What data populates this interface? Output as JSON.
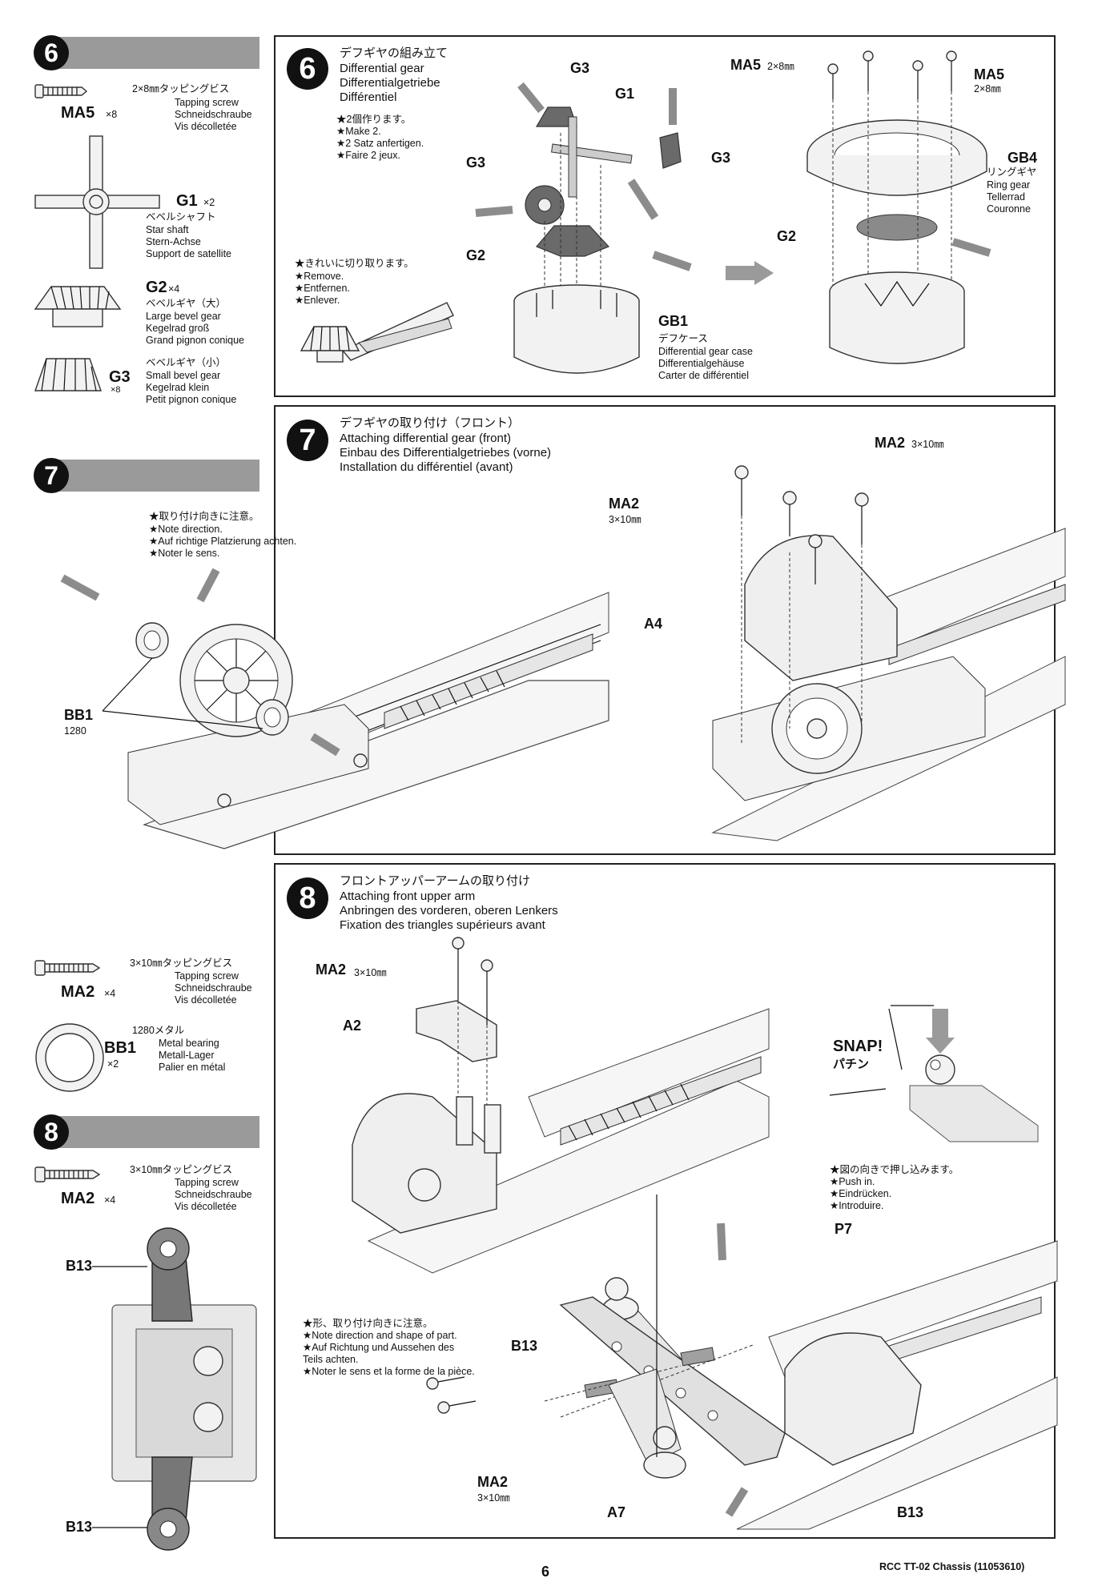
{
  "left_col": {
    "step6": {
      "badge": "6",
      "parts": [
        {
          "code": "MA5",
          "qty": "×8",
          "desc_jp": "2×8㎜タッピングビス",
          "desc": [
            "Tapping screw",
            "Schneidschraube",
            "Vis décolletée"
          ]
        },
        {
          "code": "G1",
          "qty": "×2",
          "desc_jp": "ベベルシャフト",
          "desc": [
            "Star shaft",
            "Stern-Achse",
            "Support de satellite"
          ]
        },
        {
          "code": "G2",
          "qty": "×4",
          "desc_jp": "ベベルギヤ（大）",
          "desc": [
            "Large bevel gear",
            "Kegelrad groß",
            "Grand pignon conique"
          ]
        },
        {
          "code": "G3",
          "qty": "×8",
          "desc_jp": "ベベルギヤ（小）",
          "desc": [
            "Small bevel gear",
            "Kegelrad klein",
            "Petit pignon conique"
          ]
        }
      ]
    },
    "step7": {
      "badge": "7"
    },
    "step8_parts": [
      {
        "code": "MA2",
        "qty": "×4",
        "desc_jp": "3×10㎜タッピングビス",
        "desc": [
          "Tapping screw",
          "Schneidschraube",
          "Vis décolletée"
        ]
      },
      {
        "code": "BB1",
        "qty": "×2",
        "desc_jp": "1280メタル",
        "desc": [
          "Metal bearing",
          "Metall-Lager",
          "Palier en métal"
        ]
      }
    ],
    "step8": {
      "badge": "8",
      "parts": [
        {
          "code": "MA2",
          "qty": "×4",
          "desc_jp": "3×10㎜タッピングビス",
          "desc": [
            "Tapping screw",
            "Schneidschraube",
            "Vis décolletée"
          ]
        }
      ],
      "labels": [
        "B13",
        "B13"
      ]
    }
  },
  "step6_panel": {
    "badge": "6",
    "title_jp": "デフギヤの組み立て",
    "titles": [
      "Differential gear",
      "Differentialgetriebe",
      "Différentiel"
    ],
    "note_jp": "★2個作ります。",
    "notes": [
      "★Make 2.",
      "★2 Satz anfertigen.",
      "★Faire 2 jeux."
    ],
    "remove_jp": "★きれいに切り取ります。",
    "remove": [
      "★Remove.",
      "★Entfernen.",
      "★Enlever."
    ],
    "labels": {
      "g3a": "G3",
      "g1": "G1",
      "g3b": "G3",
      "g3c": "G3",
      "g2a": "G2",
      "gb1": "GB1",
      "g2b": "G2",
      "gb4": "GB4",
      "ma5a": "MA5",
      "ma5a_size": "2×8㎜",
      "ma5b": "MA5",
      "ma5b_size": "2×8㎜"
    },
    "gb1_desc": {
      "jp": "デフケース",
      "lines": [
        "Differential gear case",
        "Differentialgehäuse",
        "Carter de différentiel"
      ]
    },
    "gb4_desc": {
      "jp": "リングギヤ",
      "lines": [
        "Ring gear",
        "Tellerrad",
        "Couronne"
      ]
    }
  },
  "step7_panel": {
    "badge": "7",
    "title_jp": "デフギヤの取り付け（フロント）",
    "titles": [
      "Attaching differential gear (front)",
      "Einbau des Differentialgetriebes (vorne)",
      "Installation du différentiel (avant)"
    ],
    "note_jp": "★取り付け向きに注意。",
    "notes": [
      "★Note direction.",
      "★Auf richtige Platzierung achten.",
      "★Noter le sens."
    ],
    "labels": {
      "bb1": "BB1",
      "bb1_sub": "1280",
      "ma2a": "MA2",
      "ma2a_size": "3×10㎜",
      "ma2b": "MA2",
      "ma2b_size": "3×10㎜",
      "a4": "A4"
    }
  },
  "step8_panel": {
    "badge": "8",
    "title_jp": "フロントアッパーアームの取り付け",
    "titles": [
      "Attaching front upper arm",
      "Anbringen des vorderen, oberen Lenkers",
      "Fixation des triangles supérieurs avant"
    ],
    "snap": "SNAP!",
    "snap_jp": "パチン",
    "push_jp": "★図の向きで押し込みます。",
    "push": [
      "★Push in.",
      "★Eindrücken.",
      "★Introduire."
    ],
    "shape_jp": "★形、取り付け向きに注意。",
    "shape": [
      "★Note direction and shape of part.",
      "★Auf Richtung und Aussehen des",
      "Teils achten.",
      "★Noter le sens et la forme de la pièce."
    ],
    "labels": {
      "ma2a": "MA2",
      "ma2a_size": "3×10㎜",
      "a2": "A2",
      "p7": "P7",
      "b13a": "B13",
      "ma2b": "MA2",
      "ma2b_size": "3×10㎜",
      "a7": "A7",
      "b13b": "B13"
    }
  },
  "footer": {
    "page": "6",
    "doc": "RCC TT-02 Chassis (11053610)"
  }
}
